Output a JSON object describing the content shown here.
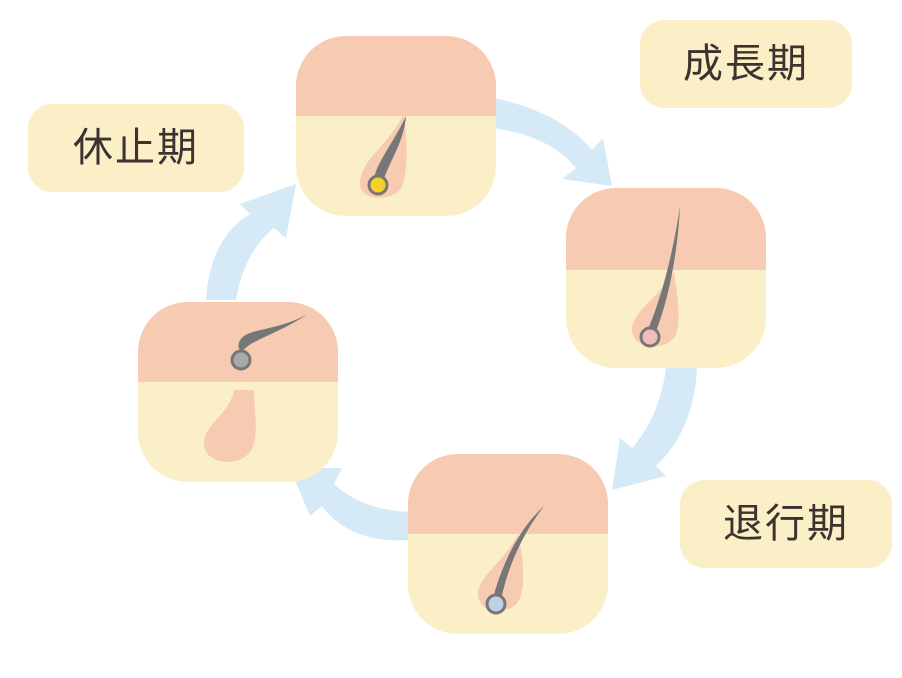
{
  "labels": {
    "anagen": "成長期",
    "catagen": "退行期",
    "telogen": "休止期"
  },
  "colors": {
    "skin_top": "#f6cbb2",
    "skin_bottom": "#fbefc8",
    "arrow": "#d6e9f7",
    "label_bg": "#fbefc8",
    "hair": "#777777",
    "bulb_anagen": "#f6d12a",
    "bulb_growth": "#f3bcbc",
    "bulb_catagen": "#bcd3e6",
    "bulb_telogen": "#a9a9a9"
  },
  "stages": [
    {
      "id": "anagen-start",
      "bulb": "yellow"
    },
    {
      "id": "anagen",
      "bulb": "pink"
    },
    {
      "id": "catagen",
      "bulb": "blue"
    },
    {
      "id": "telogen",
      "bulb": "gray"
    }
  ],
  "cycle_direction": "clockwise"
}
